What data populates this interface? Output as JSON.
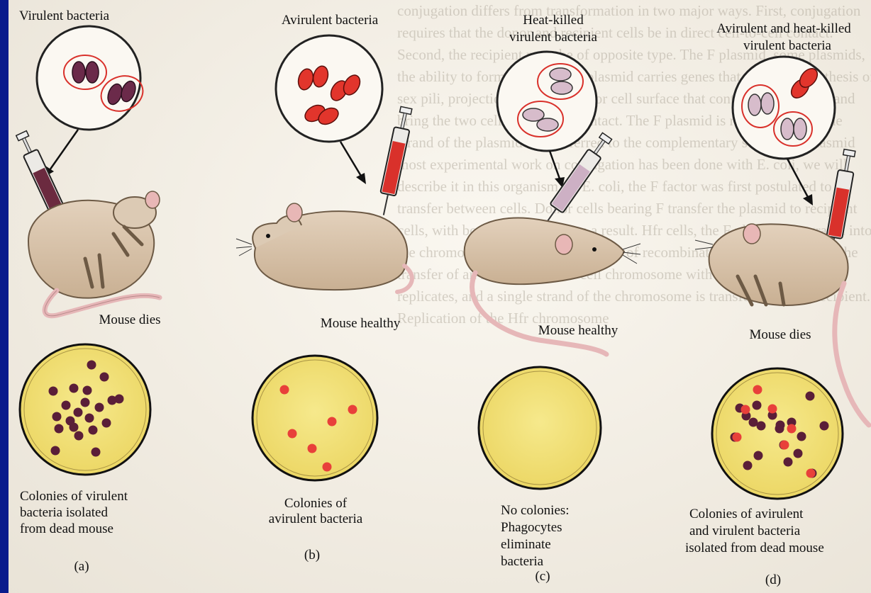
{
  "panels": {
    "a": {
      "title": "Virulent bacteria",
      "outcome": "Mouse dies",
      "caption_l1": "Colonies of virulent",
      "caption_l2": "bacteria isolated",
      "caption_l3": "from dead mouse",
      "letter": "(a)",
      "syringe_color": "#6b2a3f",
      "colony_color": "#5a1e38"
    },
    "b": {
      "title": "Avirulent bacteria",
      "outcome": "Mouse healthy",
      "caption_l1": "Colonies of",
      "caption_l2": "avirulent bacteria",
      "letter": "(b)",
      "syringe_color": "#d9312b",
      "colony_color": "#e8403a"
    },
    "c": {
      "title_l1": "Heat-killed",
      "title_l2": "virulent bacteria",
      "outcome": "Mouse healthy",
      "caption_l1": "No colonies:",
      "caption_l2": "Phagocytes",
      "caption_l3": "eliminate",
      "caption_l4": "bacteria",
      "letter": "(c)",
      "syringe_color": "#cdb0c4"
    },
    "d": {
      "title_l1": "Avirulent and heat-killed",
      "title_l2": "virulent bacteria",
      "outcome": "Mouse dies",
      "caption_l1": "Colonies of avirulent",
      "caption_l2": "and virulent bacteria",
      "caption_l3": "isolated from dead mouse",
      "letter": "(d)",
      "syringe_color": "#d9312b"
    }
  },
  "colors": {
    "petri_fill": "#f2e27a",
    "mouse_body": "#d8c4ac",
    "tail": "#e6b7b8",
    "capsule_ring": "#d9312b",
    "heat_killed_cell": "#d7bccb"
  },
  "background_text": "conjugation differs from transformation in two major ways. First, conjugation requires that the donor and recipient cells be in direct cell-to-cell contact. Second, the recipient must be of opposite type. The F plasmid, some plasmids, the ability to form sex pili. The plasmid carries genes that direct the synthesis of sex pili, projections from the donor cell surface that contact the recipient and bring the two cells into direct contact. The F plasmid is replicated, and one strand of the plasmid is transferred to the complementary strand; the plasmid most experimental work on conjugation has been done with E. coli, we will describe it in this organism. In E. coli, the F factor was first postulated to transfer between cells. Donor cells bearing F transfer the plasmid to recipient cells, with both types of cells as a result. Hfr cells, the F plasmid integrated into the chromosome. Hfr (high frequency of recombination) cells are. During the transfer of an Hfr cell, the Hfr cell chromosome with its integrated F factor replicates, and a single strand of the chromosome is transferred to the recipient. Replication of the Hfr chromosome"
}
